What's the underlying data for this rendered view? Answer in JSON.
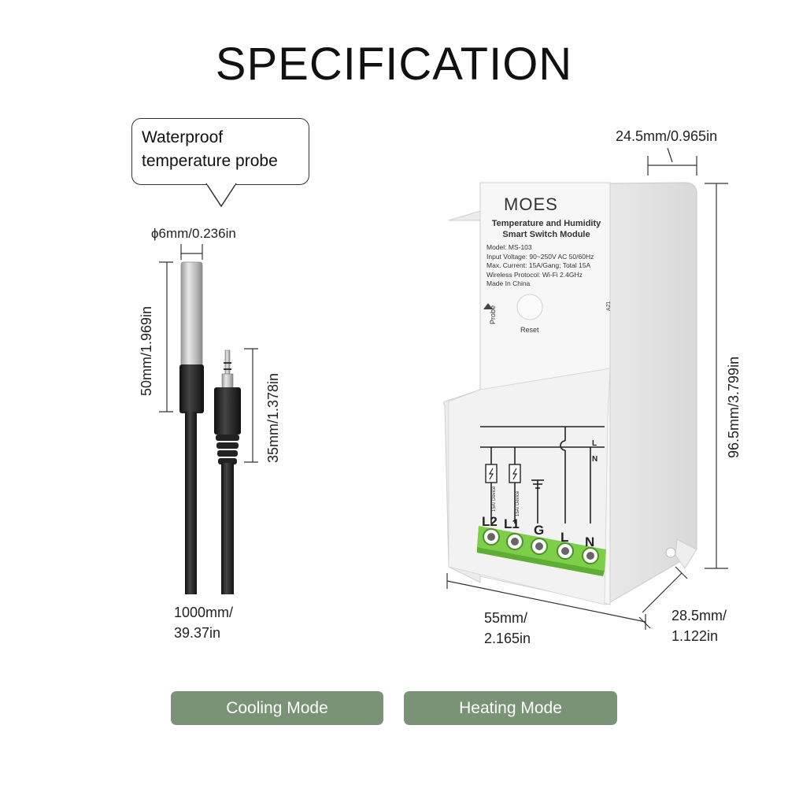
{
  "title": "SPECIFICATION",
  "callout": {
    "line1": "Waterproof",
    "line2": "temperature probe"
  },
  "probe": {
    "diameter": "ϕ6mm/0.236in",
    "length": "50mm/1.969in",
    "jack_length": "35mm/1.378in",
    "cable_line1": "1000mm/",
    "cable_line2": "39.37in"
  },
  "module": {
    "brand": "MOES",
    "heading_line1": "Temperature and Humidity",
    "heading_line2": "Smart Switch Module",
    "model": "Model: MS-103",
    "voltage": "Input Voltage: 90~250V AC 50/60Hz",
    "current": "Max. Current: 15A/Gang; Total 15A",
    "protocol": "Wireless Protocol: Wi-Fi 2.4GHz",
    "origin": "Made In China",
    "probe_label": "Probe",
    "reset_label": "Reset",
    "side_code": "A21",
    "device_label": "15A/ Device",
    "terminals": [
      "L2",
      "L1",
      "G",
      "L",
      "N"
    ],
    "line_L": "L",
    "line_N": "N"
  },
  "dimensions": {
    "depth_top": "24.5mm/0.965in",
    "height": "96.5mm/3.799in",
    "width_line1": "55mm/",
    "width_line2": "2.165in",
    "depth_line1": "28.5mm/",
    "depth_line2": "1.122in"
  },
  "buttons": {
    "cooling": "Cooling Mode",
    "heating": "Heating Mode"
  },
  "colors": {
    "button": "#7a9275",
    "terminal": "#7dcf4a"
  }
}
